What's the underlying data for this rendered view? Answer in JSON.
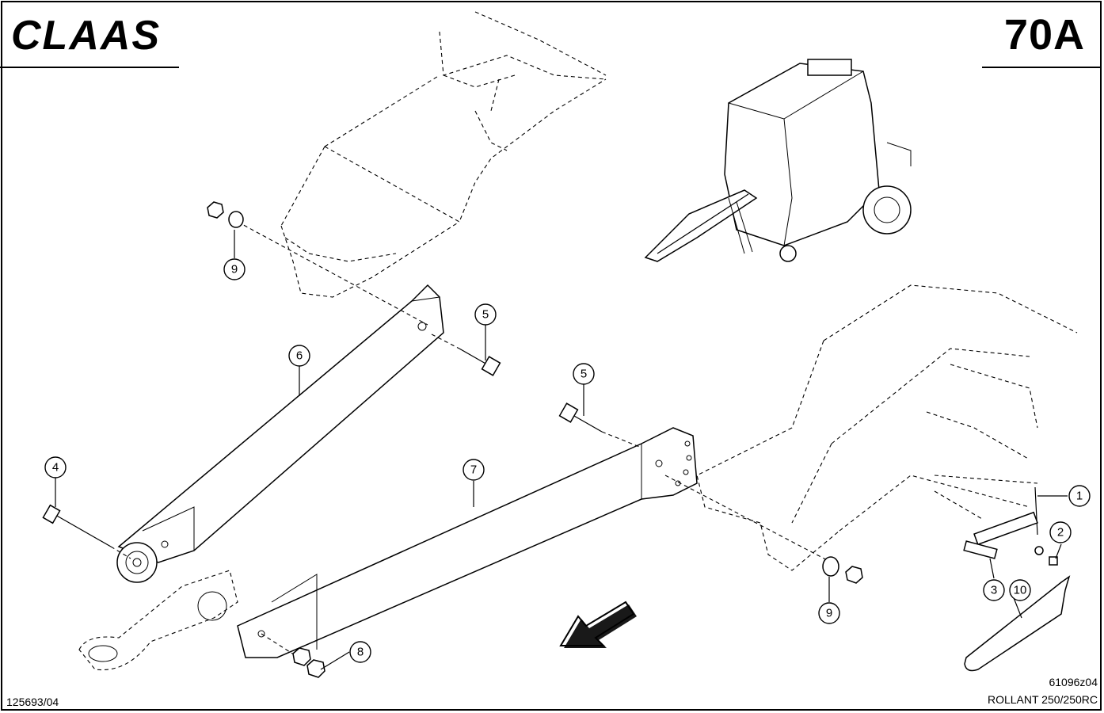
{
  "header": {
    "brand": "CLAAS",
    "page_id": "70A"
  },
  "footer": {
    "left_code": "125693/04",
    "drawing_code": "61096z04",
    "model": "ROLLANT 250/250RC"
  },
  "callouts": [
    {
      "label": "1"
    },
    {
      "label": "2"
    },
    {
      "label": "3"
    },
    {
      "label": "4"
    },
    {
      "label": "5"
    },
    {
      "label": "5"
    },
    {
      "label": "6"
    },
    {
      "label": "7"
    },
    {
      "label": "8"
    },
    {
      "label": "9"
    },
    {
      "label": "9"
    },
    {
      "label": "10"
    }
  ],
  "icons": {
    "brand_logo": "claas-logo",
    "direction": "travel-direction-arrow-icon"
  }
}
